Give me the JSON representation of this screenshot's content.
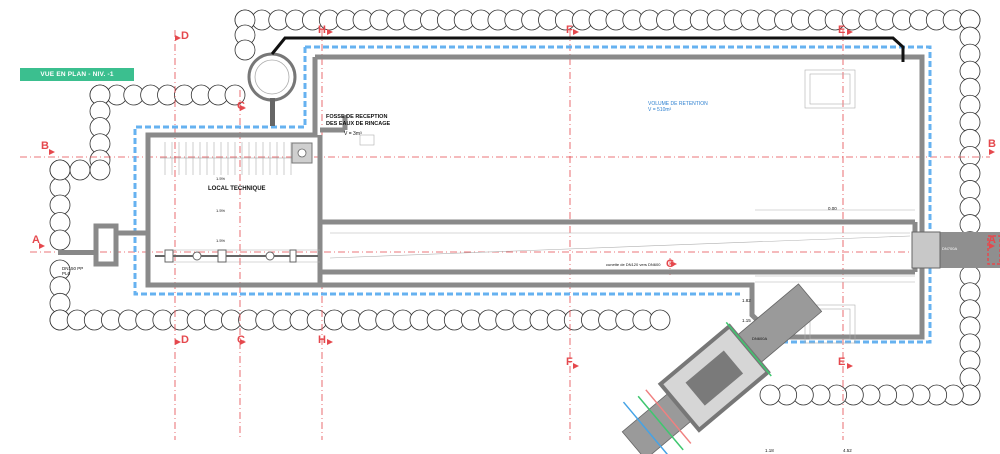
{
  "header": {
    "view_label": "VUE EN PLAN - NIV. -1"
  },
  "rooms": {
    "local_technique": "LOCAL TECHNIQUE",
    "fosse_line1": "FOSSE DE RECEPTION",
    "fosse_line2": "DES EAUX DE RINCAGE",
    "fosse_volume": "V = 3m³",
    "retention_line1": "VOLUME DE RETENTION",
    "retention_line2": "V = 510m³"
  },
  "sections": {
    "A": "A",
    "B": "B",
    "C": "C",
    "D": "D",
    "E": "E",
    "F": "F",
    "G": "G",
    "H": "H"
  },
  "annotations": {
    "pipe_label": "DN150 PP PL6",
    "slope_note": "cunette de DN120 vers DN600",
    "dim_top": "0.00",
    "dim_1": "1.18",
    "dim_2": "4.52",
    "dim_3": "1.15",
    "dim_4": "1.82",
    "pipe_dn": "DN700A",
    "pipe_dn2": "DN600A",
    "slope_1": "1.5%",
    "slope_2": "1.5%",
    "slope_3": "1.5%"
  },
  "colors": {
    "wall": "#8a8a8a",
    "section_red": "#e5484d",
    "retention_blue": "#66b2f0",
    "pile": "#333333",
    "tag_green": "#3bbf8f"
  }
}
